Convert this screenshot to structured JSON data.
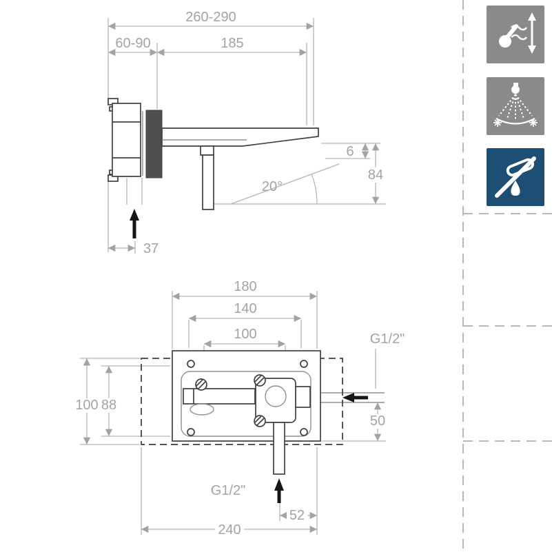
{
  "top_view": {
    "dims": {
      "width_range": "260-290",
      "recess_depth_range": "60-90",
      "spout_projection": "185",
      "tip_drop": "6",
      "height": "84",
      "angle": "20°",
      "outlet_offset": "37"
    }
  },
  "bottom_view": {
    "dims": {
      "plate_width": "180",
      "screw_spacing": "140",
      "port_spacing": "100",
      "side_thread": "G1/2\"",
      "recess_height": "100",
      "plate_height": "88",
      "side_offset": "50",
      "bottom_thread": "G1/2\"",
      "bottom_offset": "52",
      "overall_width": "240"
    }
  },
  "icons": [
    {
      "name": "adjustable-stream-icon",
      "bg": "#8a8a8a"
    },
    {
      "name": "spray-pattern-icon",
      "bg": "#8a8a8a"
    },
    {
      "name": "no-flow-restriction-icon",
      "bg": "#1d4e74"
    }
  ]
}
